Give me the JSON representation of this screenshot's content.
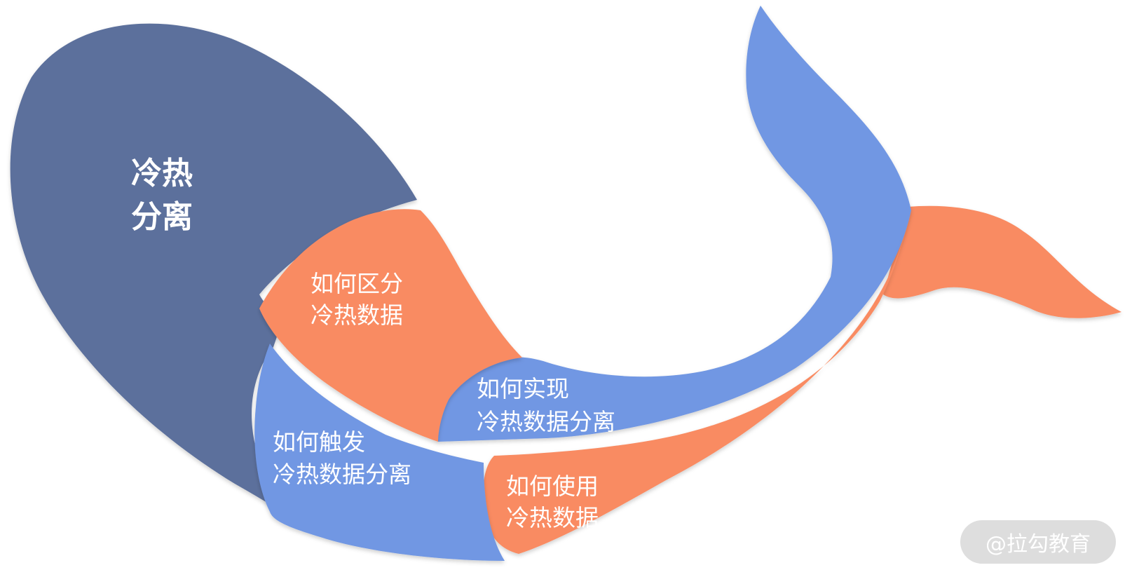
{
  "colors": {
    "head": "#5c709c",
    "blue": "#7197e3",
    "orange": "#f98b62",
    "text": "#ffffff",
    "watermark_bg": "#d8d8d8"
  },
  "head": {
    "title_line1": "冷热",
    "title_line2": "分离"
  },
  "segments": {
    "distinguish": {
      "line1": "如何区分",
      "line2": "冷热数据"
    },
    "trigger": {
      "line1": "如何触发",
      "line2": "冷热数据分离"
    },
    "implement": {
      "line1": "如何实现",
      "line2": "冷热数据分离"
    },
    "use": {
      "line1": "如何使用",
      "line2": "冷热数据"
    }
  },
  "watermark": {
    "text": "@拉勾教育"
  }
}
